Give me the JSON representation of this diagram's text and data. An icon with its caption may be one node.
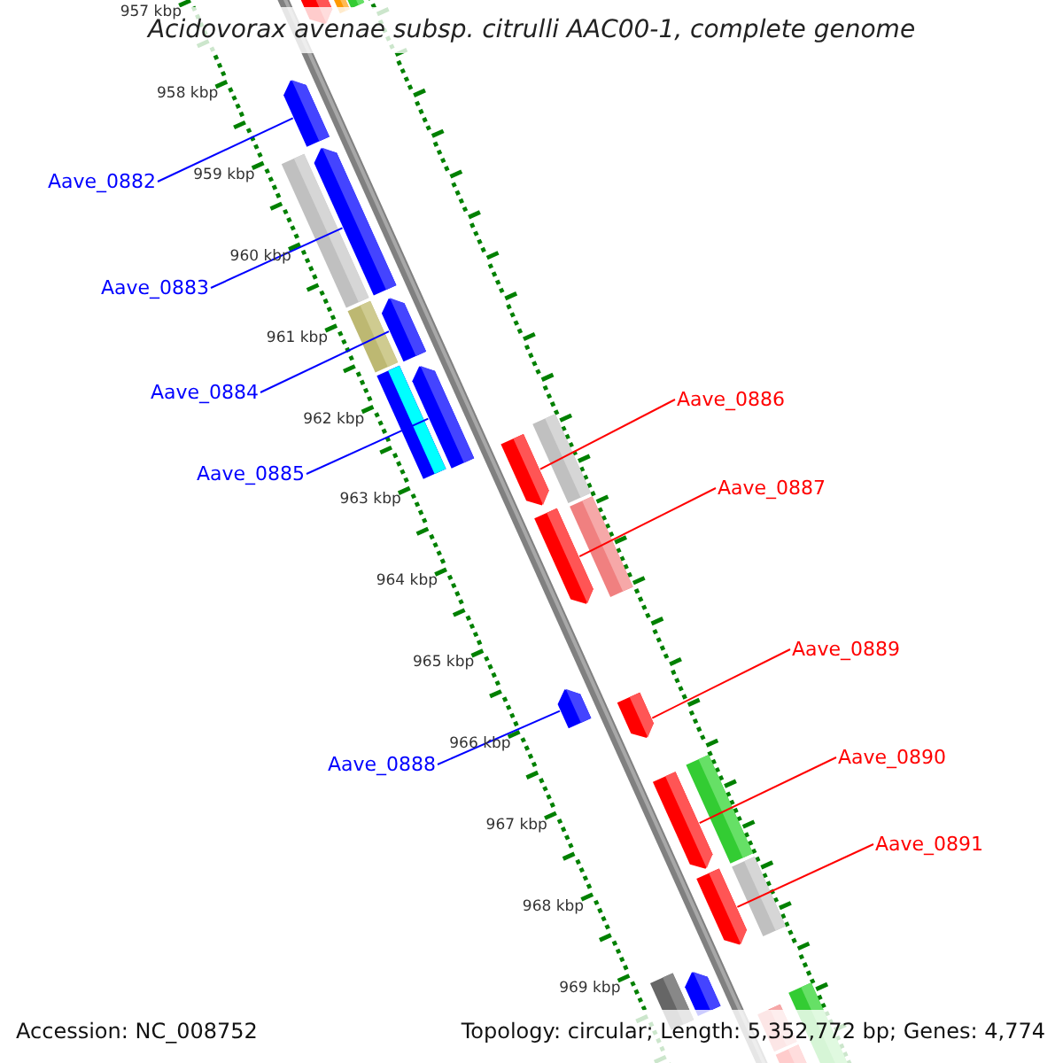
{
  "diagram": {
    "title": "Acidovorax avenae subsp. citrulli AAC00-1, complete genome",
    "nodes": [
      {
        "text": [
          "Aave_0882"
        ]
      },
      {
        "text": [
          "Aave_0883"
        ]
      },
      {
        "text": [
          "Aave_0884"
        ]
      },
      {
        "text": [
          "Aave_0885"
        ]
      },
      {
        "text": [
          "Aave_0886"
        ]
      },
      {
        "text": [
          "Aave_0887"
        ]
      },
      {
        "text": [
          "Aave_0888"
        ]
      },
      {
        "text": [
          "Aave_0889"
        ]
      },
      {
        "text": [
          "Aave_0890"
        ]
      },
      {
        "text": [
          "Aave_0891"
        ]
      },
      {
        "text": [],
        "shape": "arrow"
      },
      {
        "text": [],
        "shape": "box"
      },
      {
        "text": [],
        "shape": "box"
      },
      {
        "text": [],
        "shape": "arrow"
      },
      {
        "text": [],
        "shape": "box"
      },
      {
        "text": [],
        "shape": "arrow"
      },
      {
        "text": [],
        "shape": "box"
      },
      {
        "text": [],
        "shape": "arrow"
      },
      {
        "text": [],
        "shape": "box"
      },
      {
        "text": [],
        "shape": "arrow"
      },
      {
        "text": [],
        "shape": "box"
      },
      {
        "text": [],
        "shape": "arrow"
      },
      {
        "text": [],
        "shape": "arrow"
      },
      {
        "text": [],
        "shape": "box"
      },
      {
        "text": [],
        "shape": "arrow"
      },
      {
        "text": [],
        "shape": "arrow"
      },
      {
        "text": [],
        "shape": "box"
      },
      {
        "text": [],
        "shape": "arrow"
      },
      {
        "text": [],
        "shape": "arrow"
      },
      {
        "text": [],
        "shape": "box"
      },
      {
        "text": [],
        "shape": "box"
      },
      {
        "text": [],
        "shape": "arrow"
      },
      {
        "text": [],
        "shape": "box"
      },
      {
        "text": [],
        "shape": "box"
      },
      {
        "text": [],
        "shape": "arrow"
      }
    ],
    "edges": [
      {
        "from": 0,
        "to": 13,
        "arrow": "none",
        "color": "#0000ff"
      },
      {
        "from": 1,
        "to": 15,
        "arrow": "none",
        "color": "#0000ff"
      },
      {
        "from": 2,
        "to": 17,
        "arrow": "none",
        "color": "#0000ff"
      },
      {
        "from": 3,
        "to": 19,
        "arrow": "none",
        "color": "#0000ff"
      },
      {
        "from": 4,
        "to": 21,
        "arrow": "none",
        "color": "#ff0000"
      },
      {
        "from": 5,
        "to": 22,
        "arrow": "none",
        "color": "#ff0000"
      },
      {
        "from": 6,
        "to": 24,
        "arrow": "none",
        "color": "#0000ff"
      },
      {
        "from": 7,
        "to": 25,
        "arrow": "none",
        "color": "#ff0000"
      },
      {
        "from": 8,
        "to": 27,
        "arrow": "none",
        "color": "#ff0000"
      },
      {
        "from": 9,
        "to": 28,
        "arrow": "none",
        "color": "#ff0000"
      }
    ],
    "labels": [
      "957 kbp",
      "958 kbp",
      "959 kbp",
      "960 kbp",
      "961 kbp",
      "962 kbp",
      "963 kbp",
      "964 kbp",
      "965 kbp",
      "966 kbp",
      "967 kbp",
      "968 kbp",
      "969 kbp",
      "Accession: NC_008752",
      "Topology: circular; Length: 5,352,772 bp; Genes: 4,774"
    ]
  }
}
